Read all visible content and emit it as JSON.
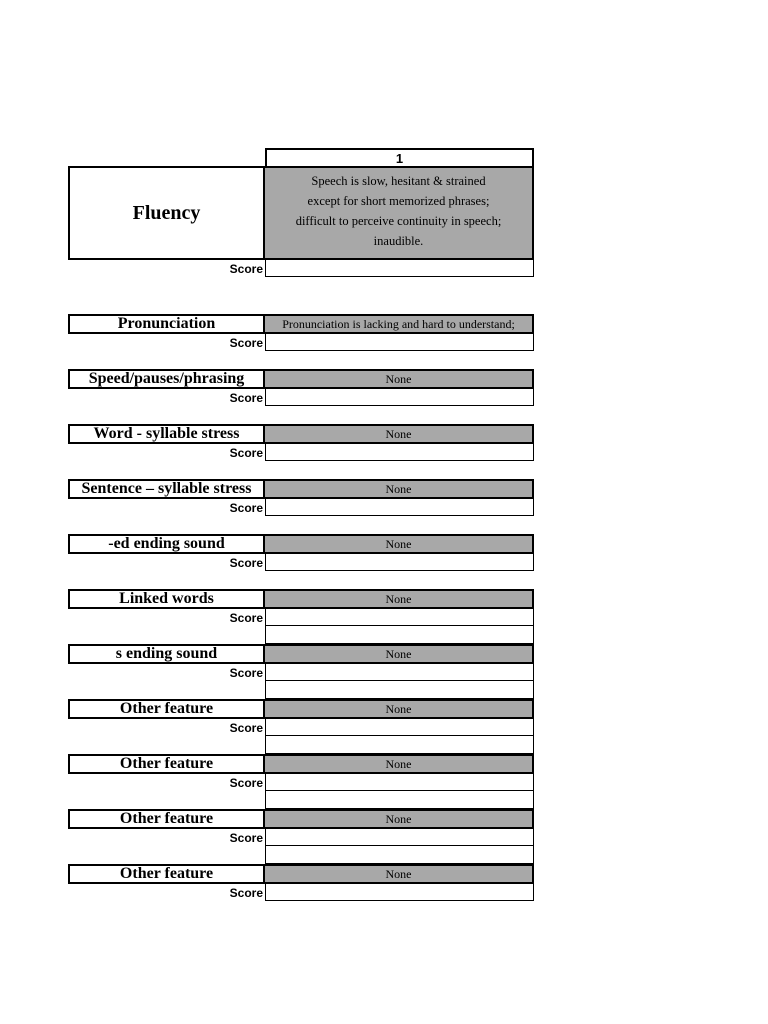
{
  "colors": {
    "header_cell_gray": "#a8a8a8",
    "border": "#000000",
    "page_background": "#ffffff"
  },
  "top_section": {
    "column_header": "1",
    "label": "Fluency",
    "description_lines": [
      "Speech is slow, hesitant & strained",
      "except for short memorized phrases;",
      "difficult to perceive continuity in speech;",
      "inaudible."
    ],
    "score_label": "Score",
    "score_value": ""
  },
  "sections": [
    {
      "label": "Pronunciation",
      "descriptor": "Pronunciation is lacking and hard to understand;",
      "score_label": "Score",
      "score_value": ""
    },
    {
      "label": "Speed/pauses/phrasing",
      "descriptor": "None",
      "score_label": "Score",
      "score_value": ""
    },
    {
      "label": "Word - syllable stress",
      "descriptor": "None",
      "score_label": "Score",
      "score_value": ""
    },
    {
      "label": "Sentence – syllable stress",
      "descriptor": "None",
      "score_label": "Score",
      "score_value": ""
    },
    {
      "label": "-ed ending sound",
      "descriptor": "None",
      "score_label": "Score",
      "score_value": ""
    },
    {
      "label": "Linked words",
      "descriptor": "None",
      "score_label": "Score",
      "score_value": ""
    },
    {
      "label": "s ending sound",
      "descriptor": "None",
      "score_label": "Score",
      "score_value": ""
    },
    {
      "label": "Other feature",
      "descriptor": "None",
      "score_label": "Score",
      "score_value": ""
    },
    {
      "label": "Other feature",
      "descriptor": "None",
      "score_label": "Score",
      "score_value": ""
    },
    {
      "label": "Other feature",
      "descriptor": "None",
      "score_label": "Score",
      "score_value": ""
    },
    {
      "label": "Other feature",
      "descriptor": "None",
      "score_label": "Score",
      "score_value": ""
    }
  ]
}
